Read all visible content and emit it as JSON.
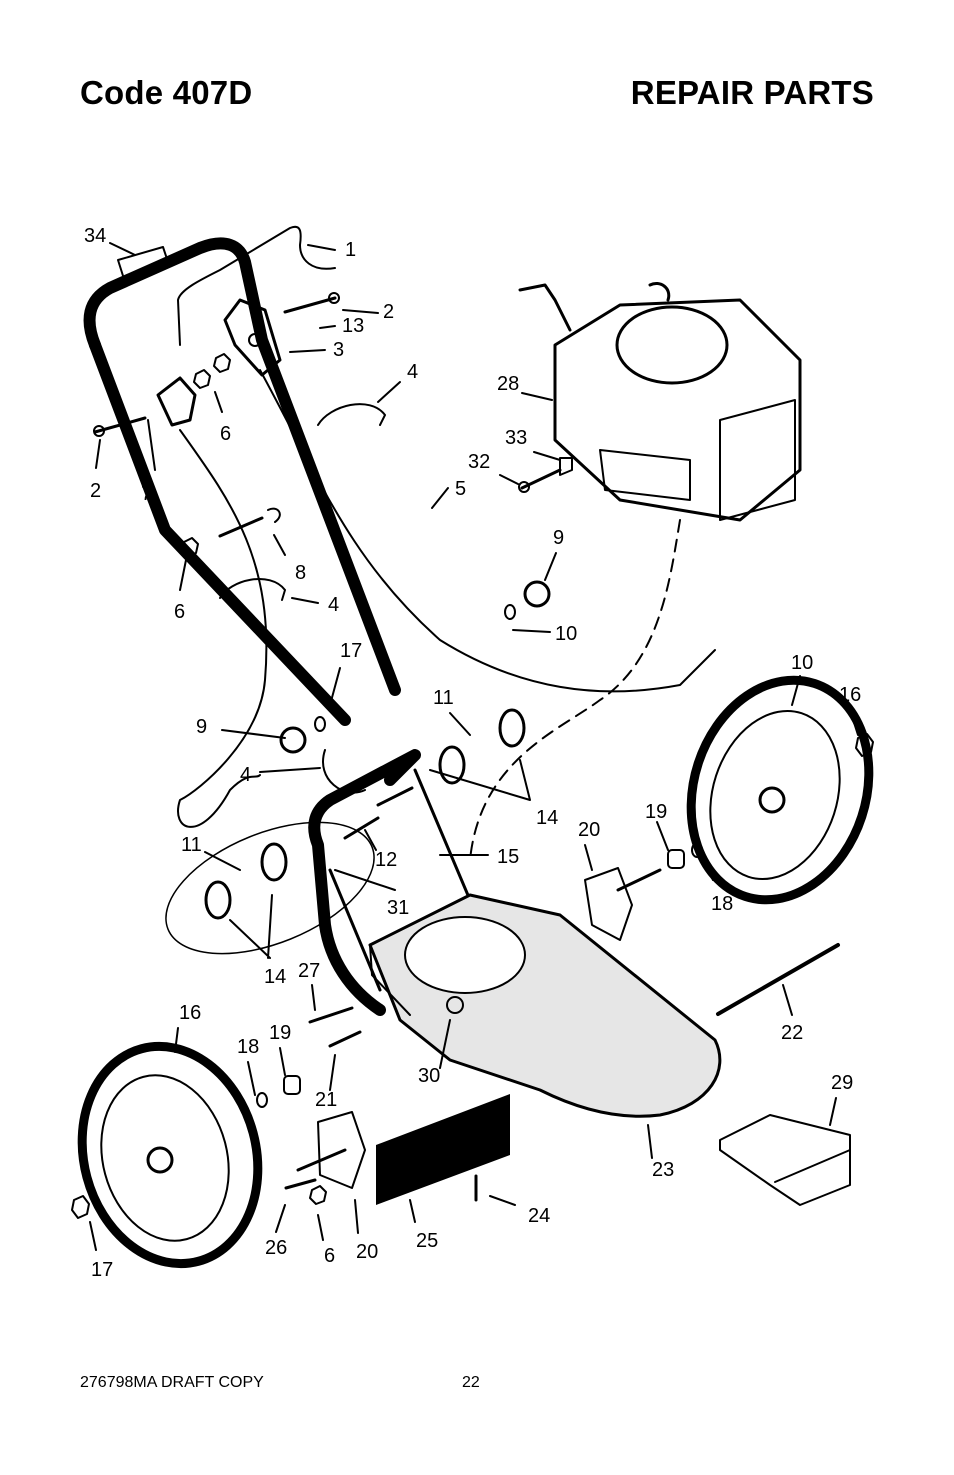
{
  "header": {
    "code": "Code 407D",
    "section": "REPAIR PARTS"
  },
  "callouts": [
    "34",
    "1",
    "2",
    "13",
    "3",
    "4",
    "6",
    "2",
    "7",
    "28",
    "33",
    "32",
    "5",
    "8",
    "9",
    "6",
    "4",
    "10",
    "10",
    "16",
    "17",
    "9",
    "11",
    "4",
    "14",
    "19",
    "20",
    "11",
    "12",
    "15",
    "31",
    "18",
    "14",
    "27",
    "16",
    "19",
    "18",
    "22",
    "21",
    "30",
    "29",
    "23",
    "24",
    "17",
    "26",
    "6",
    "20",
    "25"
  ],
  "footer": {
    "doc_id": "276798MA DRAFT COPY",
    "page_number": "22"
  }
}
